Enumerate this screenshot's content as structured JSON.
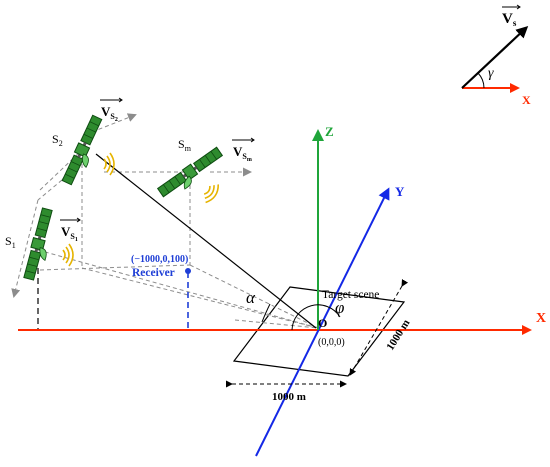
{
  "labels": {
    "x_axis": "X",
    "y_axis": "Y",
    "z_axis": "Z",
    "origin": "O",
    "origin_coords": "(0,0,0)",
    "target_scene": "Target scene",
    "alpha": "α",
    "phi": "φ",
    "gamma": "γ",
    "receiver": "Receiver",
    "receiver_coords": "(−1000,0,100)",
    "width_dim": "1000 m",
    "depth_dim": "1000 m"
  },
  "satellites": [
    {
      "name": "S",
      "sub": "1",
      "velocity": "V",
      "velocity_sub": "S",
      "velocity_subsub": "1"
    },
    {
      "name": "S",
      "sub": "2",
      "velocity": "V",
      "velocity_sub": "S",
      "velocity_subsub": "2"
    },
    {
      "name": "S",
      "sub": "m",
      "velocity": "V",
      "velocity_sub": "S",
      "velocity_subsub": "m"
    }
  ],
  "inset": {
    "velocity": "V",
    "velocity_sub": "s",
    "axis": "X"
  },
  "colors": {
    "x_axis": "#ff2a00",
    "y_axis": "#1428e6",
    "z_axis": "#1fa53a",
    "receiver": "#1f3fd6",
    "dashed_gray": "#8c8c8c",
    "satellite_green": "#1f7a24",
    "signal": "#e6b400"
  }
}
